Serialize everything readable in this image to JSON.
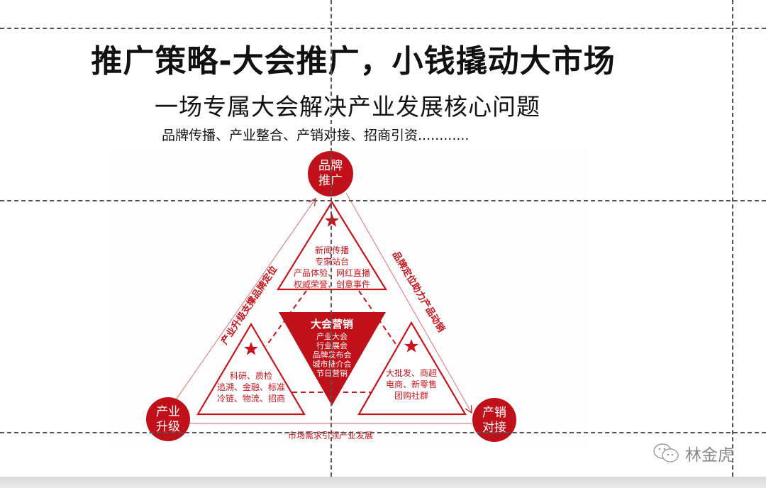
{
  "slide": {
    "title": "推广策略-大会推广，小钱撬动大市场",
    "subtitle": "一场专属大会解决产业发展核心问题",
    "tagline": "品牌传播、产业整合、产销对接、招商引资............"
  },
  "diagram": {
    "accent_color": "#c8141c",
    "nodes": {
      "top": {
        "line1": "品牌",
        "line2": "推广"
      },
      "left": {
        "line1": "产业",
        "line2": "升级"
      },
      "right": {
        "line1": "产销",
        "line2": "对接"
      }
    },
    "triangles": {
      "top": {
        "icon": "star-icon",
        "lines": [
          "新闻传播",
          "专家站台",
          "产品体验、网红直播",
          "权威荣誉、创意事件"
        ]
      },
      "left": {
        "icon": "star-icon",
        "lines": [
          "科研、质检",
          "追溯、金融、标准",
          "冷链、物流、招商"
        ]
      },
      "right": {
        "icon": "star-icon",
        "lines": [
          "大批发、商超",
          "电商、新零售",
          "团购社群"
        ]
      },
      "center": {
        "title": "大会营销",
        "lines": [
          "产业大会",
          "行业展会",
          "品牌发布会",
          "城市推介会",
          "节日营销"
        ]
      }
    },
    "edges": {
      "left": "产业升级支撑品牌定位",
      "right": "品牌定位助力产品动销",
      "bottom": "市场需求引领产业发展"
    }
  },
  "watermark": {
    "icon": "wechat-icon",
    "text": "林金虎"
  }
}
